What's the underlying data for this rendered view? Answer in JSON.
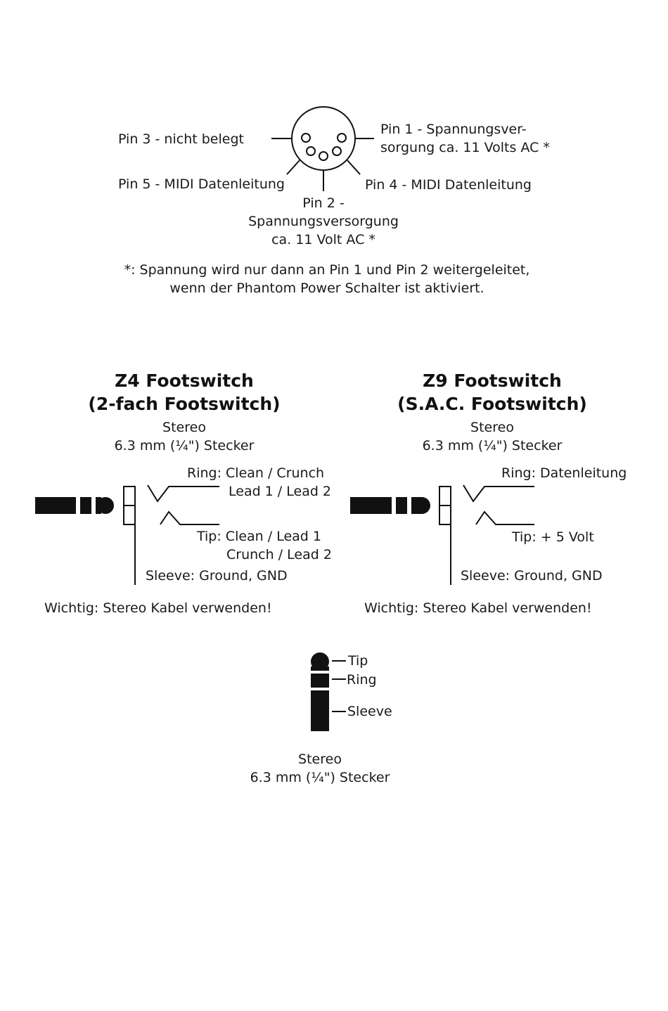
{
  "midi": {
    "pin3": "Pin 3 - nicht belegt",
    "pin1_line1": "Pin 1 - Spannungsver-",
    "pin1_line2": "sorgung ca. 11 Volts AC *",
    "pin5": "Pin 5 - MIDI Datenleitung",
    "pin4": "Pin 4 - MIDI Datenleitung",
    "pin2_line1": "Pin 2 -",
    "pin2_line2": "Spannungsversorgung",
    "pin2_line3": "ca. 11 Volt AC *",
    "note_line1": "*: Spannung wird nur dann an Pin 1 und Pin 2 weitergeleitet,",
    "note_line2": "wenn der Phantom Power Schalter ist aktiviert."
  },
  "z4": {
    "title_line1": "Z4 Footswitch",
    "title_line2": "(2-fach Footswitch)",
    "plug_line1": "Stereo",
    "plug_line2": "6.3 mm (¼\") Stecker",
    "ring_line1": "Ring: Clean / Crunch",
    "ring_line2": "Lead 1 / Lead 2",
    "tip_line1": "Tip: Clean / Lead 1",
    "tip_line2": "Crunch / Lead 2",
    "sleeve": "Sleeve: Ground, GND",
    "warning": "Wichtig: Stereo Kabel verwenden!"
  },
  "z9": {
    "title_line1": "Z9 Footswitch",
    "title_line2": "(S.A.C. Footswitch)",
    "plug_line1": "Stereo",
    "plug_line2": "6.3 mm (¼\") Stecker",
    "ring": "Ring: Datenleitung",
    "tip": "Tip: + 5 Volt",
    "sleeve": "Sleeve: Ground, GND",
    "warning": "Wichtig: Stereo Kabel verwenden!"
  },
  "plug_legend": {
    "tip": "Tip",
    "ring": "Ring",
    "sleeve": "Sleeve",
    "caption_line1": "Stereo",
    "caption_line2": "6.3 mm (¼\") Stecker"
  },
  "colors": {
    "ink": "#111111",
    "background": "#ffffff"
  }
}
